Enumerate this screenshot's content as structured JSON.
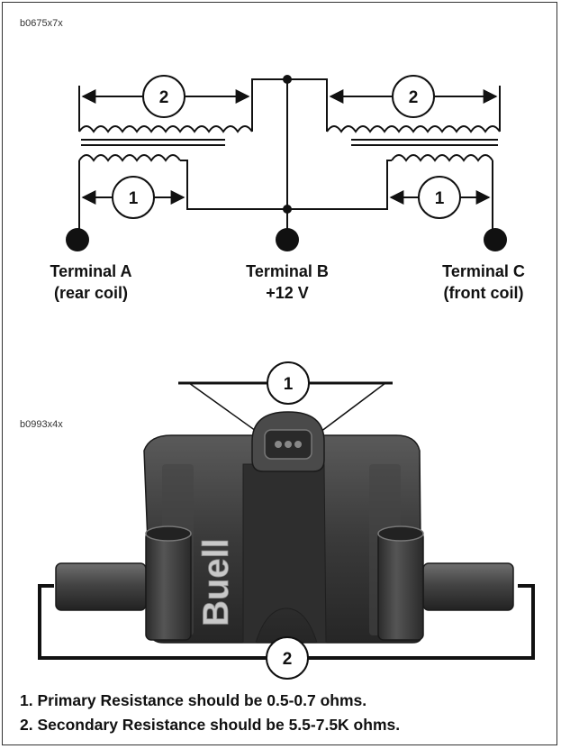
{
  "figures": {
    "schematic_id": "b0675x7x",
    "photo_id": "b0993x4x"
  },
  "callouts": {
    "primary": "1",
    "secondary": "2"
  },
  "terminals": {
    "a": {
      "name": "Terminal A",
      "desc": "(rear coil)"
    },
    "b": {
      "name": "Terminal B",
      "desc": "+12 V"
    },
    "c": {
      "name": "Terminal C",
      "desc": "(front coil)"
    }
  },
  "coil_logo": "Buell",
  "notes": [
    "1. Primary Resistance should be 0.5-0.7 ohms.",
    "2. Secondary Resistance should be 5.5-7.5K ohms."
  ],
  "colors": {
    "line": "#111111",
    "coil_body": "#3a3a3a",
    "coil_highlight": "#6b6b6b",
    "logo": "#c8c8c8"
  }
}
